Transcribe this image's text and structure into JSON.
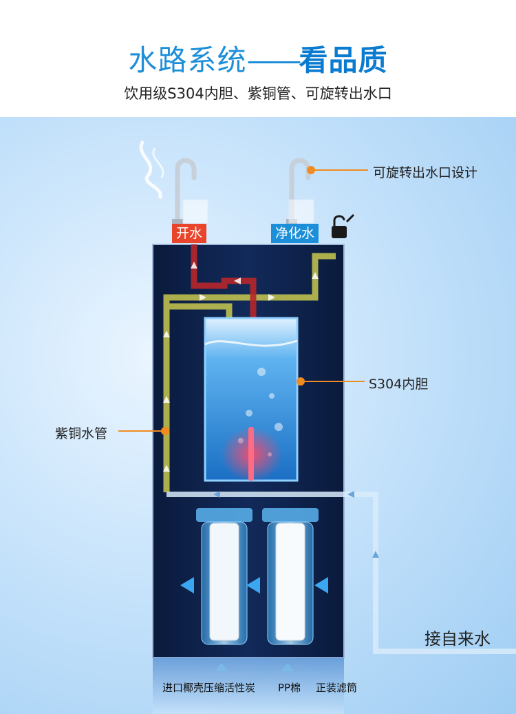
{
  "header": {
    "title_light": "水路系统",
    "title_dash": "——",
    "title_bold": "看品质",
    "subtitle": "饮用级S304内胆、紫铜管、可旋转出水口"
  },
  "taps": {
    "hot_label": "开水",
    "pure_label": "净化水"
  },
  "callouts": {
    "faucet": "可旋转出水口设计",
    "tank": "S304内胆",
    "pipe": "紫铜水管",
    "inlet": "接自来水"
  },
  "filters": {
    "label1": "进口椰壳压缩活性炭",
    "label2": "PP棉",
    "label3": "正装滤筒"
  },
  "colors": {
    "accent_blue": "#1d8fd9",
    "hot_red": "#e8452c",
    "callout_orange": "#f28b1f",
    "pipe_yellow": "#c8c850"
  }
}
